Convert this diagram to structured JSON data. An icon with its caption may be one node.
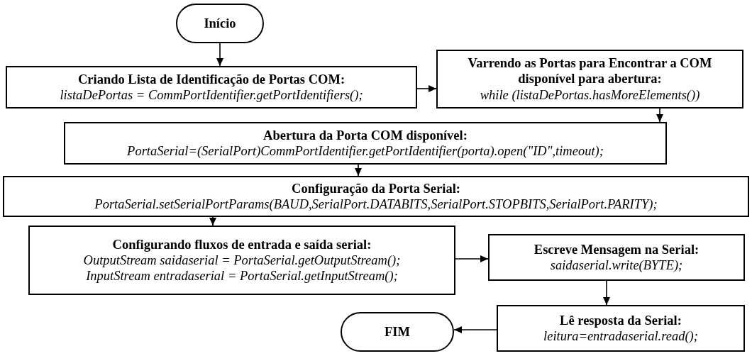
{
  "diagram": {
    "nodes": [
      {
        "text": [
          "Início"
        ]
      },
      {
        "text": [
          "Criando Lista de Identificação de Portas COM:",
          "listaDePortas = CommPortIdentifier.getPortIdentifiers();"
        ]
      },
      {
        "text": [
          "Varrendo as Portas para Encontrar a COM disponível para abertura:",
          "while (listaDePortas.hasMoreElements())"
        ]
      },
      {
        "text": [
          "Abertura da Porta COM disponível:",
          "PortaSerial=(SerialPort)CommPortIdentifier.getPortIdentifier(porta).open(\"ID\",timeout);"
        ]
      },
      {
        "text": [
          "Configuração da Porta Serial:",
          "PortaSerial.setSerialPortParams(BAUD,SerialPort.DATABITS,SerialPort.STOPBITS,SerialPort.PARITY);"
        ]
      },
      {
        "text": [
          "Configurando fluxos de entrada e saída serial:",
          "OutputStream saidaserial = PortaSerial.getOutputStream();",
          "InputStream entradaserial = PortaSerial.getInputStream();"
        ]
      },
      {
        "text": [
          "Escreve Mensagem na Serial:",
          "saidaserial.write(BYTE);"
        ]
      },
      {
        "text": [
          "Lê resposta da Serial:",
          "leitura=entradaserial.read();"
        ]
      },
      {
        "text": [
          "FIM"
        ]
      }
    ],
    "edges": [
      {
        "from": 0,
        "to": 1,
        "arrow": "to"
      },
      {
        "from": 1,
        "to": 2,
        "arrow": "to"
      },
      {
        "from": 2,
        "to": 3,
        "arrow": "to"
      },
      {
        "from": 3,
        "to": 4,
        "arrow": "to"
      },
      {
        "from": 4,
        "to": 5,
        "arrow": "to"
      },
      {
        "from": 5,
        "to": 6,
        "arrow": "to"
      },
      {
        "from": 6,
        "to": 7,
        "arrow": "to"
      },
      {
        "from": 7,
        "to": 8,
        "arrow": "to"
      }
    ]
  }
}
